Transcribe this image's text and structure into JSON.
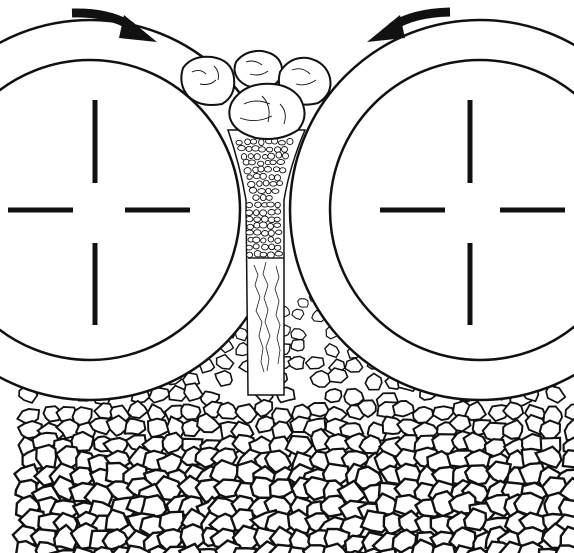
{
  "diagram": {
    "colors": {
      "ink": "#111111",
      "paper": "#ffffff"
    },
    "rollers": [
      {
        "side": "left",
        "rotation": "clockwise"
      },
      {
        "side": "right",
        "rotation": "counter-clockwise"
      }
    ],
    "parts": [
      "left-roller",
      "right-roller",
      "feed-rocks",
      "compression-gap",
      "crushed-output"
    ]
  }
}
